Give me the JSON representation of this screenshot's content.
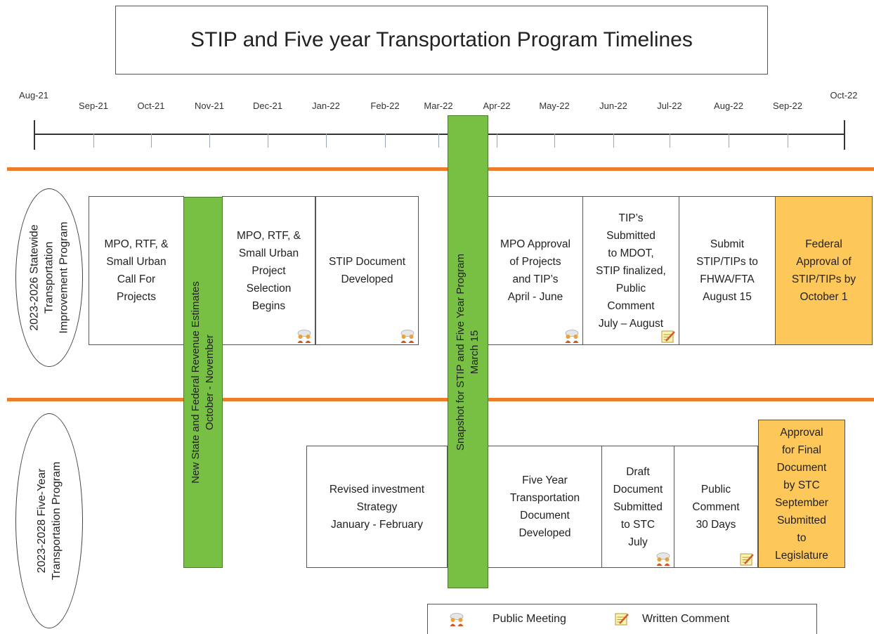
{
  "title": "STIP and Five year Transportation Program Timelines",
  "timeline": {
    "months": [
      "Aug-21",
      "Sep-21",
      "Oct-21",
      "Nov-21",
      "Dec-21",
      "Jan-22",
      "Feb-22",
      "Mar-22",
      "Apr-22",
      "May-22",
      "Jun-22",
      "Jul-22",
      "Aug-22",
      "Sep-22",
      "Oct-22"
    ]
  },
  "rows": {
    "stip": {
      "label_lines": [
        "2023-2026 Statewide",
        "Transportation",
        "Improvement Program"
      ]
    },
    "five_year": {
      "label_lines": [
        "2023-2028 Five-Year",
        "Transportation Program"
      ]
    }
  },
  "bars": {
    "revenue": {
      "lines": [
        "New State and Federal Revenue Estimates",
        "October - November"
      ]
    },
    "snapshot": {
      "lines": [
        "Snapshot for STIP and Five Year Program",
        "March 15"
      ]
    }
  },
  "stip_boxes": [
    {
      "lines": [
        "MPO, RTF, &",
        "Small Urban",
        "Call For",
        "Projects"
      ],
      "icon": null,
      "highlight": false
    },
    {
      "lines": [
        "MPO, RTF, &",
        "Small Urban",
        "Project",
        "Selection",
        "Begins"
      ],
      "icon": "public-meeting",
      "highlight": false
    },
    {
      "lines": [
        "STIP Document",
        "Developed"
      ],
      "icon": "public-meeting",
      "highlight": false
    },
    {
      "lines": [
        "MPO Approval",
        "of Projects",
        "and TIP’s",
        "April - June"
      ],
      "icon": "public-meeting",
      "highlight": false
    },
    {
      "lines": [
        "TIP’s",
        "Submitted",
        "to MDOT,",
        "STIP finalized,",
        "Public",
        "Comment",
        "July – August"
      ],
      "icon": "written-comment",
      "highlight": false
    },
    {
      "lines": [
        "Submit",
        "STIP/TIPs to",
        "FHWA/FTA",
        "August 15"
      ],
      "icon": null,
      "highlight": false
    },
    {
      "lines": [
        "Federal",
        "Approval of",
        "STIP/TIPs by",
        "October 1"
      ],
      "icon": null,
      "highlight": true
    }
  ],
  "five_year_boxes": [
    {
      "lines": [
        "Revised investment",
        "Strategy",
        "January - February"
      ],
      "icon": null,
      "highlight": false
    },
    {
      "lines": [
        "Five Year",
        "Transportation",
        "Document",
        "Developed"
      ],
      "icon": null,
      "highlight": false
    },
    {
      "lines": [
        "Draft",
        "Document",
        "Submitted",
        "to STC",
        "July"
      ],
      "icon": "public-meeting",
      "highlight": false
    },
    {
      "lines": [
        "Public",
        "Comment",
        "30 Days"
      ],
      "icon": "written-comment",
      "highlight": false
    },
    {
      "lines": [
        "Approval",
        "for Final",
        "Document",
        "by STC",
        "September",
        "Submitted",
        "to",
        "Legislature"
      ],
      "icon": null,
      "highlight": true
    }
  ],
  "legend": {
    "public_meeting": "Public Meeting",
    "written_comment": "Written Comment"
  },
  "colors": {
    "orange_divider": "#ee7b2a",
    "green_bar": "#77c043",
    "gold_box": "#fdc75a"
  }
}
